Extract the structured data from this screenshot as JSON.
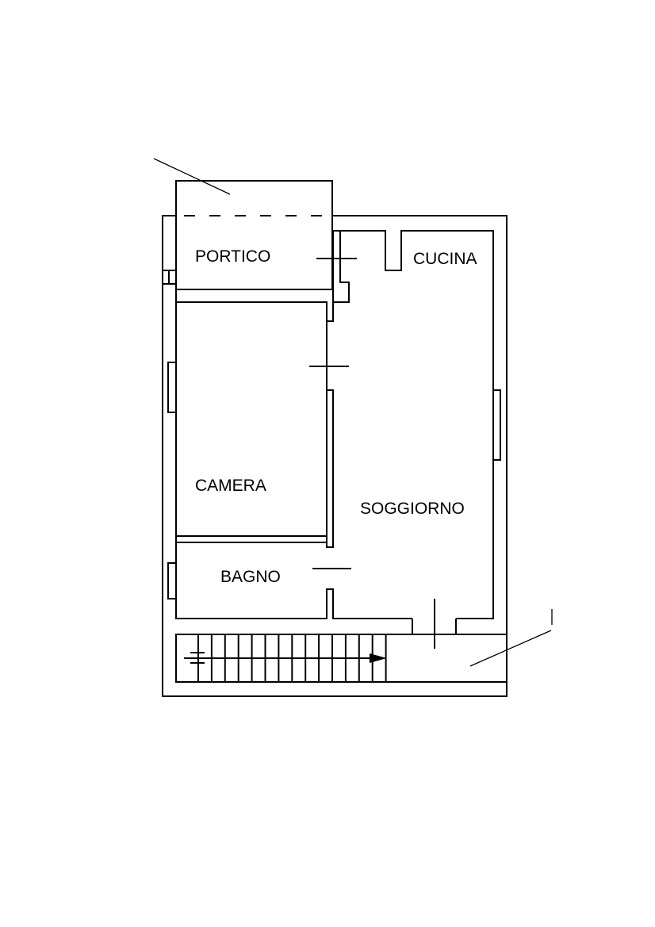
{
  "rooms": {
    "portico": "PORTICO",
    "cucina": "CUCINA",
    "camera": "CAMERA",
    "soggiorno": "SOGGIORNO",
    "bagno": "BAGNO"
  },
  "colors": {
    "line": "#000000",
    "background": "#ffffff"
  }
}
